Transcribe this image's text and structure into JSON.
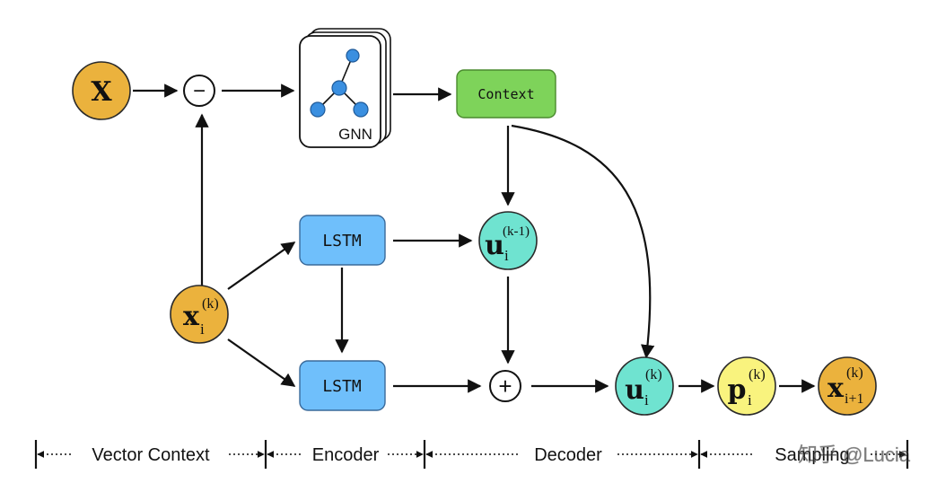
{
  "nodes": {
    "x_input": {
      "label": "X",
      "color": "#EBB23D"
    },
    "minus_op": {
      "symbol": "−"
    },
    "gnn": {
      "label": "GNN",
      "graph_node_color": "#3A8FE0"
    },
    "context": {
      "label": "Context",
      "color": "#7ED35A"
    },
    "lstm_top": {
      "label": "LSTM",
      "color": "#6FBFFB"
    },
    "lstm_bottom": {
      "label": "LSTM",
      "color": "#6FBFFB"
    },
    "x_i_k": {
      "base": "x",
      "sub": "i",
      "sup": "(k)",
      "color": "#EBB23D"
    },
    "u_i_km1": {
      "base": "u",
      "sub": "i",
      "sup": "(k-1)",
      "color": "#6FE3D0"
    },
    "plus_op": {
      "symbol": "+"
    },
    "u_i_k": {
      "base": "u",
      "sub": "i",
      "sup": "(k)",
      "color": "#6FE3D0"
    },
    "p_i_k": {
      "base": "p",
      "sub": "i",
      "sup": "(k)",
      "color": "#F9F37E"
    },
    "x_ip1_k": {
      "base": "x",
      "sub": "i+1",
      "sup": "(k)",
      "color": "#EBB23D"
    }
  },
  "stages": [
    {
      "label": "Vector Context"
    },
    {
      "label": "Encoder"
    },
    {
      "label": "Decoder"
    },
    {
      "label": "Sampling"
    }
  ],
  "watermark": "知乎 @Lucia"
}
